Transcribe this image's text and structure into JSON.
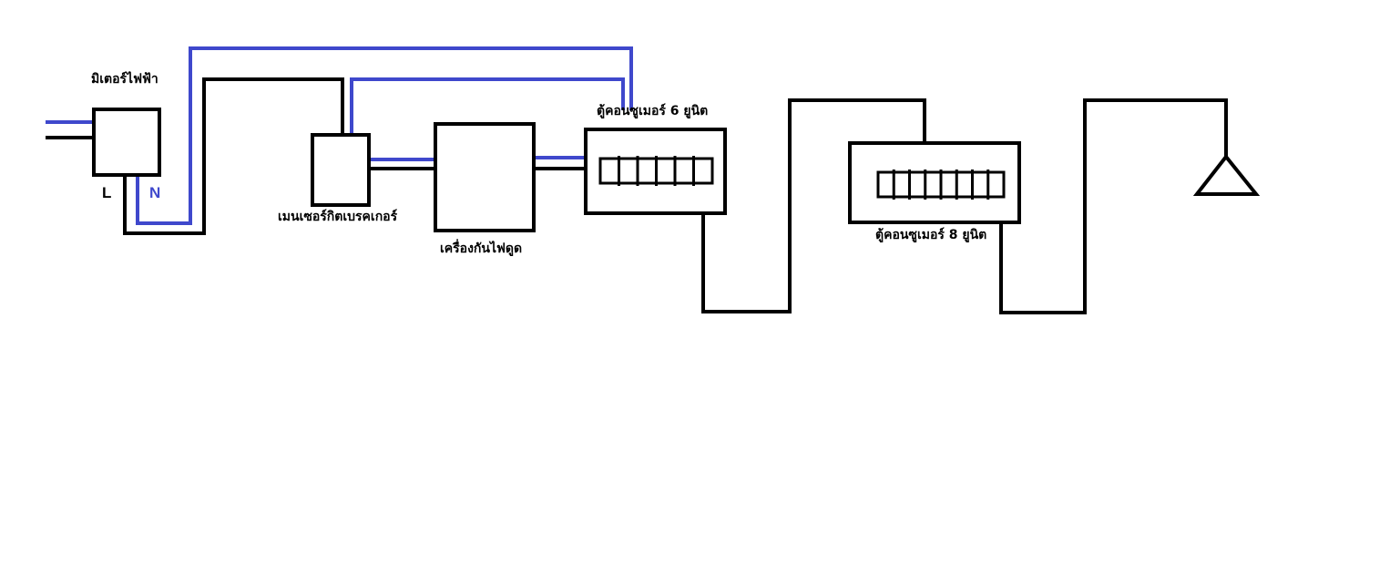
{
  "colors": {
    "background": "#ffffff",
    "live_wire": "#000000",
    "neutral_wire": "#3f48cc"
  },
  "labels": {
    "meter": "มิเตอร์ไฟฟ้า",
    "live": "L",
    "neutral": "N",
    "main_breaker": "เมนเซอร์กิตเบรคเกอร์",
    "surge_protector": "เครื่องกันไฟดูด",
    "consumer_unit_6": "ตู้คอนซูเมอร์ 6 ยูนิต",
    "consumer_unit_8": "ตู้คอนซูเมอร์ 8 ยูนิต"
  },
  "components": {
    "consumer_unit_6_slots": 6,
    "consumer_unit_8_slots": 8
  }
}
